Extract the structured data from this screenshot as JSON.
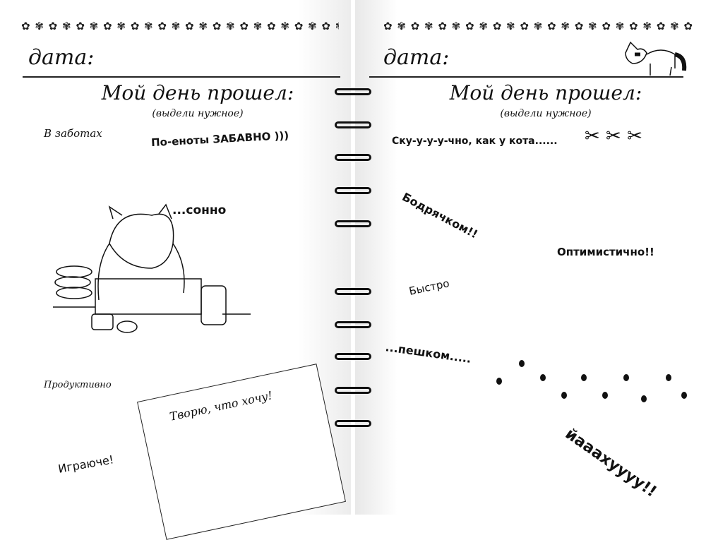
{
  "border_pattern": "✿ ✾ ✿ ✾ ✿ ✾ ✿ ✾ ✿ ✾ ✿ ✾ ✿ ✾ ✿ ✾ ✿ ✾ ✿ ✾ ✿ ✾ ✿ ✾ ✿ ✾ ✿ ✾",
  "left_page": {
    "date_label": "дата:",
    "title": "Мой день прошел:",
    "subtitle": "(выдели нужное)",
    "moods": {
      "busy": "В заботах",
      "funny": "По-еноты ЗАБАВНО )))",
      "sleepy": "...сонно",
      "productive": "Продуктивно",
      "creative": "Творю, что хочу!",
      "playful": "Играюче!"
    }
  },
  "right_page": {
    "date_label": "дата:",
    "title": "Мой день прошел:",
    "subtitle": "(выдели нужное)",
    "moods": {
      "boring": "Ску-у-у-у-чно, как у кота......",
      "cheerful": "Бодрячком!!",
      "optimistic": "Оптимистично!!",
      "fast": "Быстро",
      "walking": "...пешком.....",
      "wow": "йааахуууу!!"
    }
  }
}
